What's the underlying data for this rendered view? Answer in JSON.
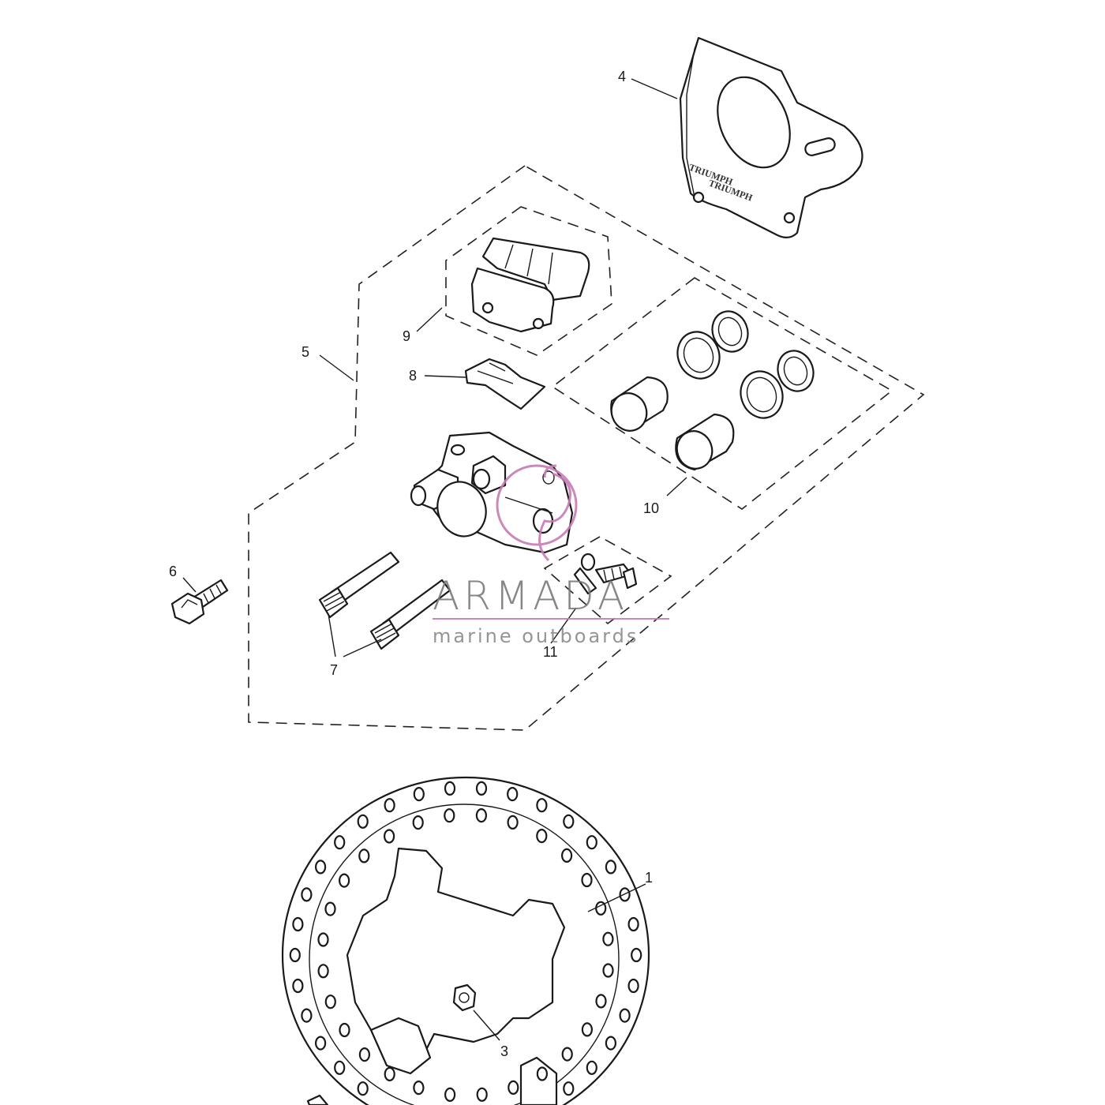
{
  "callouts": {
    "c1": "1",
    "c3": "3",
    "c4": "4",
    "c5": "5",
    "c6": "6",
    "c7": "7",
    "c8": "8",
    "c9": "9",
    "c10": "10",
    "c11": "11"
  },
  "plate_logo": {
    "line1": "TRIUMPH",
    "line2": "TRIUMPH"
  },
  "watermark": {
    "brand": "ARMADA",
    "tagline": "marine outboards",
    "accent_color": "#c77bb4"
  }
}
